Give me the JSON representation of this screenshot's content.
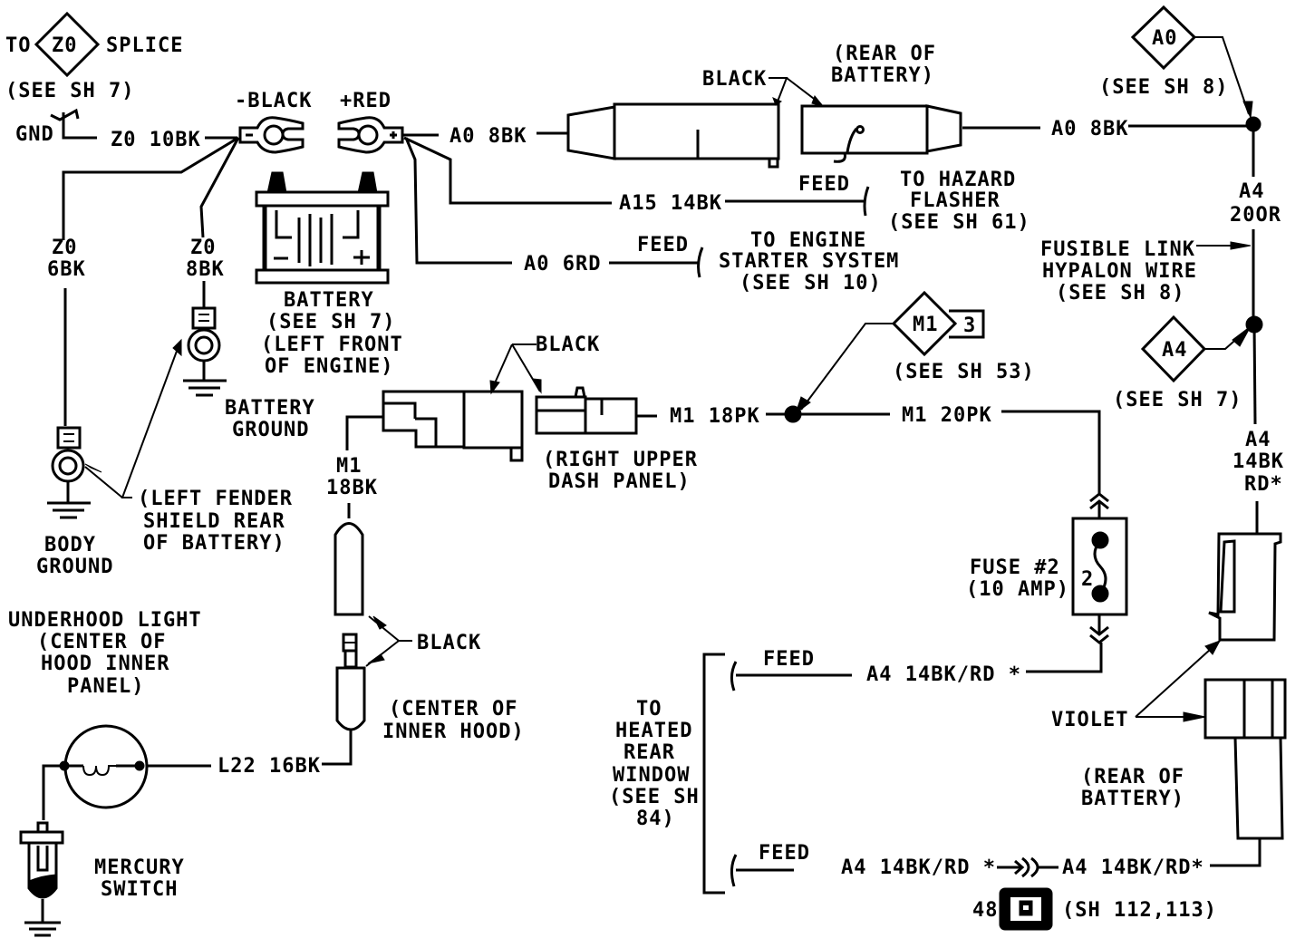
{
  "diagram": {
    "title": "Battery / Underhood Light Wiring Schematic",
    "colors": {
      "line": "#000000",
      "background": "#ffffff"
    },
    "splice_z0": {
      "prefix": "TO",
      "code": "Z0",
      "suffix": "SPLICE",
      "ref": "(SEE SH 7)"
    },
    "gnd_label": "GND",
    "wires": {
      "z0_10bk": "Z0 10BK",
      "z0_6bk": [
        "Z0",
        "6BK"
      ],
      "z0_8bk": [
        "Z0",
        "8BK"
      ],
      "a0_8bk_left": "A0 8BK",
      "a0_8bk_right": "A0 8BK",
      "a15_14bk": "A15 14BK",
      "a0_6rd": "A0 6RD",
      "a4_20or": [
        "A4",
        "20OR"
      ],
      "a4_14bk_rd_vertical": [
        "A4",
        "14BK",
        "RD*"
      ],
      "m1_18pk": "M1 18PK",
      "m1_20pk": "M1 20PK",
      "m1_18bk": [
        "M1",
        "18BK"
      ],
      "l22_16bk": "L22 16BK",
      "a4_feed_upper": "A4 14BK/RD *",
      "a4_feed_lower_left": "A4 14BK/RD *",
      "a4_feed_lower_right": "A4 14BK/RD*"
    },
    "battery_terminals": {
      "negative": "-BLACK",
      "positive": "+RED"
    },
    "battery": {
      "lines": [
        "BATTERY",
        "(SEE SH 7)",
        "(LEFT FRONT",
        "OF ENGINE)"
      ]
    },
    "connector_top": {
      "color": "BLACK",
      "location": [
        "(REAR OF",
        "BATTERY)"
      ]
    },
    "feed_hazard": {
      "feed": "FEED",
      "dest": [
        "TO HAZARD",
        "FLASHER",
        "(SEE SH 61)"
      ]
    },
    "feed_starter": {
      "feed": "FEED",
      "dest": [
        "TO ENGINE",
        "STARTER SYSTEM",
        "(SEE SH 10)"
      ]
    },
    "splice_a0": {
      "code": "A0",
      "ref": "(SEE SH 8)"
    },
    "fusible_link": [
      "FUSIBLE LINK",
      "HYPALON WIRE",
      "(SEE SH 8)"
    ],
    "splice_a4": {
      "code": "A4",
      "ref": "(SEE SH 7)"
    },
    "splice_m1": {
      "code": "M1",
      "num": "3",
      "ref": "(SEE SH 53)"
    },
    "battery_ground": [
      "BATTERY",
      "GROUND"
    ],
    "body_ground": [
      "BODY",
      "GROUND"
    ],
    "left_fender": [
      "(LEFT FENDER",
      "SHIELD REAR",
      "OF BATTERY)"
    ],
    "dash_connector": {
      "color": "BLACK",
      "location": [
        "(RIGHT UPPER",
        "DASH PANEL)"
      ]
    },
    "underhood_light": [
      "UNDERHOOD LIGHT",
      "(CENTER OF",
      "HOOD INNER",
      "PANEL)"
    ],
    "hood_connector": {
      "color": "BLACK",
      "location": [
        "(CENTER OF",
        "INNER HOOD)"
      ]
    },
    "mercury_switch": [
      "MERCURY",
      "SWITCH"
    ],
    "fuse": {
      "label": [
        "FUSE #2",
        "(10 AMP)"
      ],
      "number": "2"
    },
    "heated_rear": [
      "TO",
      "HEATED",
      "REAR",
      "WINDOW",
      "(SEE SH",
      "84)"
    ],
    "feed_upper": "FEED",
    "feed_lower": "FEED",
    "violet_connector": {
      "color": "VIOLET",
      "location": [
        "(REAR OF",
        "BATTERY)"
      ]
    },
    "connector_48": {
      "number": "48",
      "ref": "(SH 112,113)"
    }
  }
}
